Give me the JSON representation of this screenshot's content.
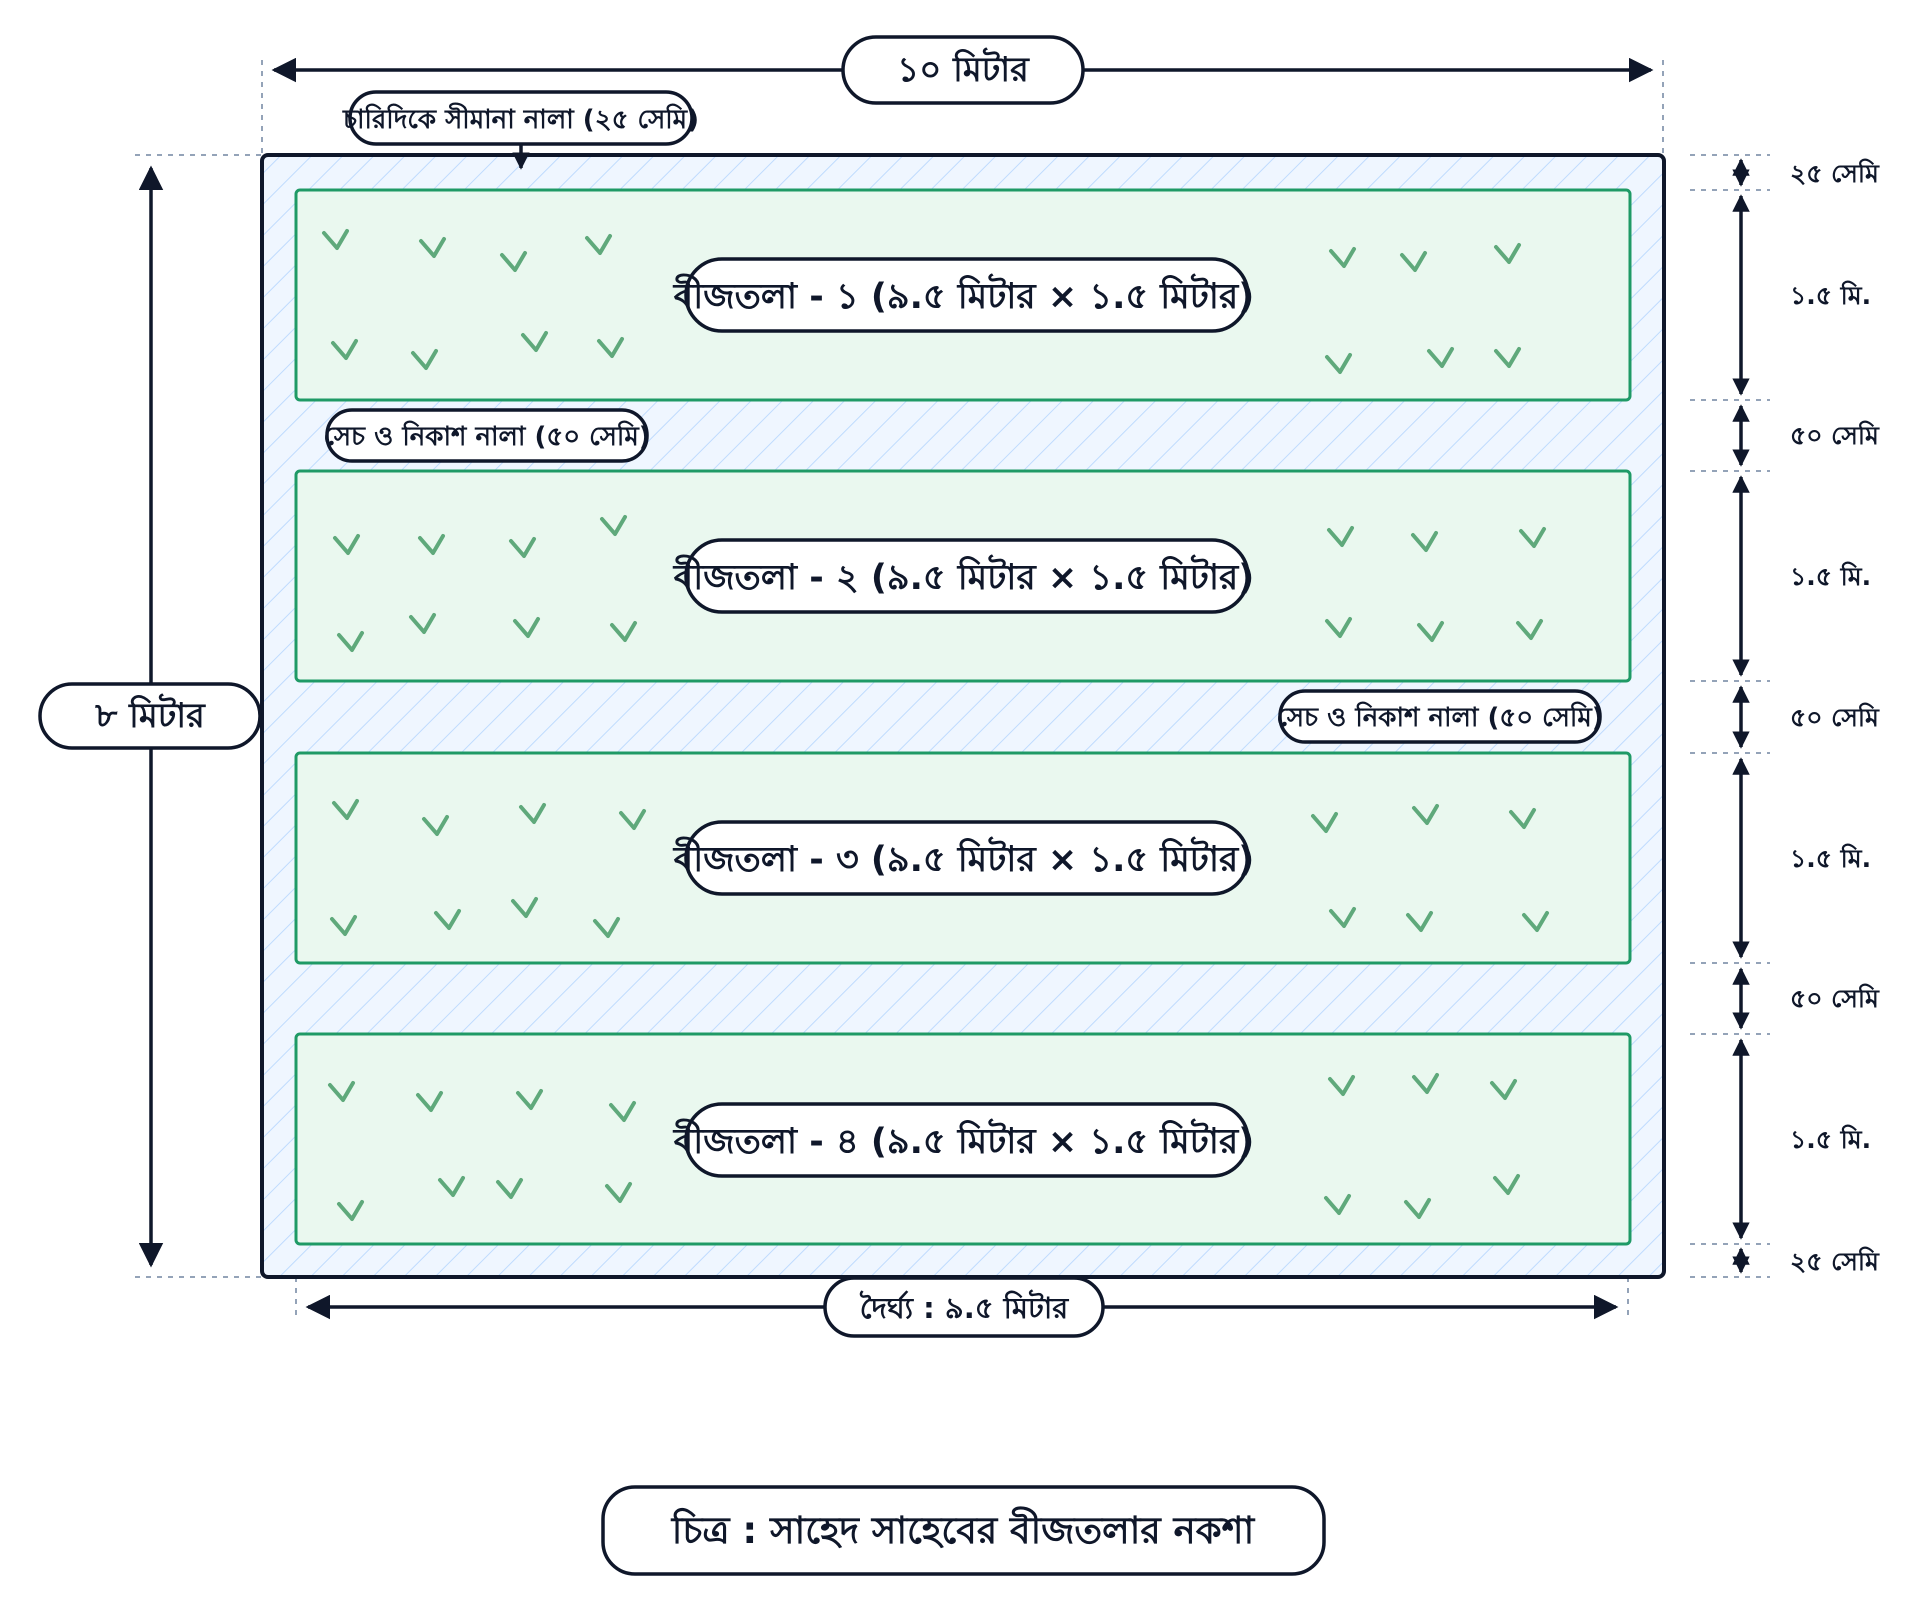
{
  "top_dimension": {
    "label": "১০ মিটার"
  },
  "left_dimension": {
    "label": "৮ মিটার"
  },
  "bottom_dimension": {
    "label": "দৈর্ঘ্য : ৯.৫ মিটার"
  },
  "border_drain_label": "চারিদিকে সীমানা নালা (২৫ সেমি)",
  "drain_labels": [
    "সেচ ও নিকাশ নালা (৫০ সেমি)",
    "সেচ ও নিকাশ নালা (৫০ সেমি)"
  ],
  "beds": [
    {
      "label": "বীজতলা - ১ (৯.৫ মিটার × ১.৫ মিটার)"
    },
    {
      "label": "বীজতলা - ২ (৯.৫ মিটার × ১.৫ মিটার)"
    },
    {
      "label": "বীজতলা - ৩ (৯.৫ মিটার × ১.৫ মিটার)"
    },
    {
      "label": "বীজতলা - ৪ (৯.৫ মিটার × ১.৫ মিটার)"
    }
  ],
  "right_dimensions": [
    "২৫ সেমি",
    "১.৫ মি.",
    "৫০ সেমি",
    "১.৫ মি.",
    "৫০ সেমি",
    "১.৫ মি.",
    "৫০ সেমি",
    "১.৫ মি.",
    "২৫ সেমি"
  ],
  "caption": "চিত্র : সাহেদ সাহেবের বীজতলার নকশা",
  "colors": {
    "outline": "#0f172a",
    "bed_fill": "#eaf8ef",
    "bed_border": "#1f9a66",
    "drain_fill": "#eff6ff",
    "drain_hatch": "#bfdbfe",
    "sprout": "#5fa97b"
  }
}
